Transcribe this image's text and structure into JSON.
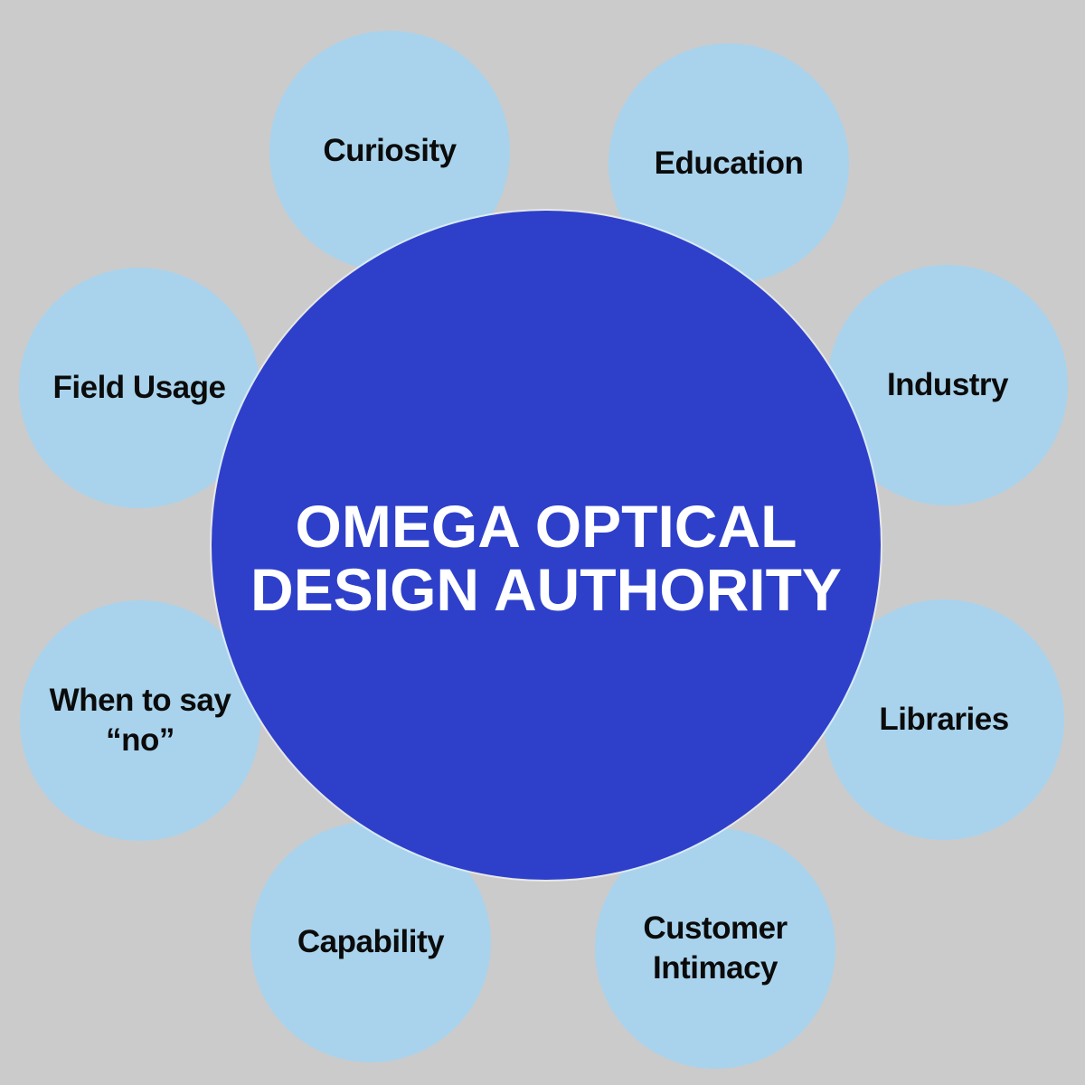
{
  "diagram": {
    "center": {
      "title_line1": "OMEGA OPTICAL",
      "title_line2": "DESIGN AUTHORITY"
    },
    "satellites": [
      {
        "id": "curiosity",
        "label": "Curiosity"
      },
      {
        "id": "education",
        "label": "Education"
      },
      {
        "id": "field-usage",
        "label": "Field Usage"
      },
      {
        "id": "industry",
        "label": "Industry"
      },
      {
        "id": "when-to-say-no",
        "label": "When to say “no”"
      },
      {
        "id": "libraries",
        "label": "Libraries"
      },
      {
        "id": "capability",
        "label": "Capability"
      },
      {
        "id": "customer-intimacy",
        "label": "Customer Intimacy"
      }
    ],
    "colors": {
      "background": "#cbcbcb",
      "satellite_fill": "#a9d3ec",
      "satellite_text": "#0b0b0b",
      "center_fill": "#2e40ca",
      "center_text": "#ffffff"
    }
  }
}
